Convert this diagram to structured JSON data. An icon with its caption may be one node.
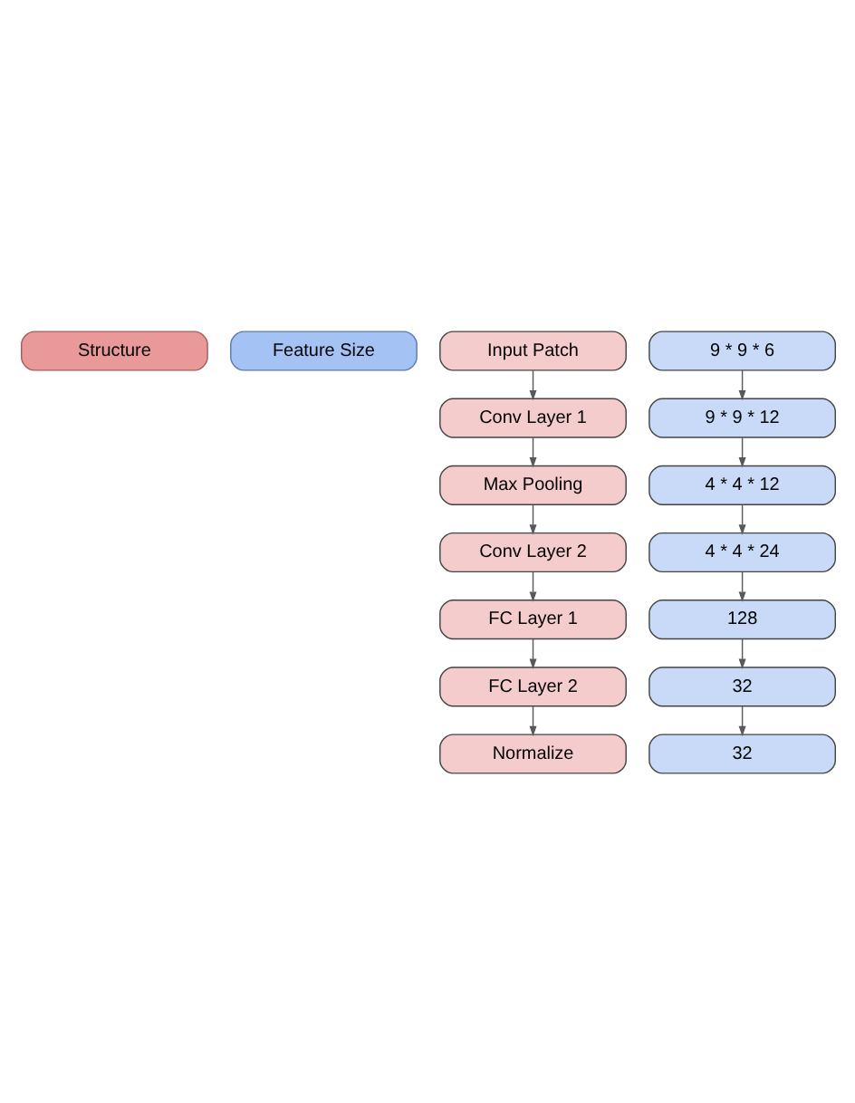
{
  "diagram": {
    "nodes": [
      {
        "text": [
          "Structure"
        ]
      },
      {
        "text": [
          "Feature Size"
        ]
      },
      {
        "text": [
          "Input Patch"
        ]
      },
      {
        "text": [
          "9 * 9 * 6"
        ]
      },
      {
        "text": [
          "Conv Layer 1"
        ]
      },
      {
        "text": [
          "9 * 9 * 12"
        ]
      },
      {
        "text": [
          "Max Pooling"
        ]
      },
      {
        "text": [
          "4 * 4 * 12"
        ]
      },
      {
        "text": [
          "Conv Layer 2"
        ]
      },
      {
        "text": [
          "4 * 4 * 24"
        ]
      },
      {
        "text": [
          "FC Layer 1"
        ]
      },
      {
        "text": [
          "128"
        ]
      },
      {
        "text": [
          "FC Layer 2"
        ]
      },
      {
        "text": [
          "32"
        ]
      },
      {
        "text": [
          "Normalize"
        ]
      },
      {
        "text": [
          "32"
        ]
      }
    ],
    "edges": [
      {
        "from": 2,
        "to": 4,
        "arrow": "to"
      },
      {
        "from": 4,
        "to": 6,
        "arrow": "to"
      },
      {
        "from": 6,
        "to": 8,
        "arrow": "to"
      },
      {
        "from": 8,
        "to": 10,
        "arrow": "to"
      },
      {
        "from": 10,
        "to": 12,
        "arrow": "to"
      },
      {
        "from": 12,
        "to": 14,
        "arrow": "to"
      },
      {
        "from": 3,
        "to": 5,
        "arrow": "to"
      },
      {
        "from": 5,
        "to": 7,
        "arrow": "to"
      },
      {
        "from": 7,
        "to": 9,
        "arrow": "to"
      },
      {
        "from": 9,
        "to": 11,
        "arrow": "to"
      },
      {
        "from": 11,
        "to": 13,
        "arrow": "to"
      },
      {
        "from": 13,
        "to": 15,
        "arrow": "to"
      }
    ]
  }
}
